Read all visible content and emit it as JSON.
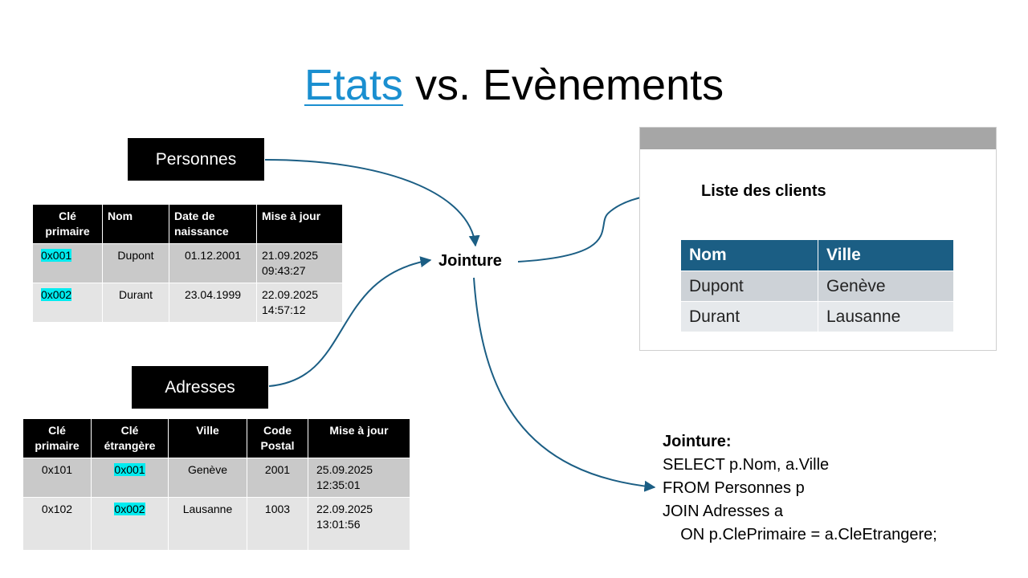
{
  "title": {
    "highlight": "Etats",
    "rest": " vs. Evènements"
  },
  "personnes": {
    "label": "Personnes",
    "headers": [
      "Clé primaire",
      "Nom",
      "Date de naissance",
      "Mise à jour"
    ],
    "rows": [
      {
        "key": "0x001",
        "nom": "Dupont",
        "date": "01.12.2001",
        "maj_date": "21.09.2025",
        "maj_time": "09:43:27"
      },
      {
        "key": "0x002",
        "nom": "Durant",
        "date": "23.04.1999",
        "maj_date": "22.09.2025",
        "maj_time": "14:57:12"
      }
    ]
  },
  "adresses": {
    "label": "Adresses",
    "headers": [
      "Clé primaire",
      "Clé étrangère",
      "Ville",
      "Code Postal",
      "Mise à jour"
    ],
    "rows": [
      {
        "key": "0x101",
        "fk": "0x001",
        "ville": "Genève",
        "cp": "2001",
        "maj_date": "25.09.2025",
        "maj_time": "12:35:01"
      },
      {
        "key": "0x102",
        "fk": "0x002",
        "ville": "Lausanne",
        "cp": "1003",
        "maj_date": "22.09.2025",
        "maj_time": "13:01:56"
      }
    ]
  },
  "jointure_label": "Jointure",
  "clients": {
    "title": "Liste des clients",
    "headers": [
      "Nom",
      "Ville"
    ],
    "rows": [
      {
        "nom": "Dupont",
        "ville": "Genève"
      },
      {
        "nom": "Durant",
        "ville": "Lausanne"
      }
    ]
  },
  "sql": {
    "heading": "Jointure:",
    "line1": "SELECT p.Nom,  a.Ville",
    "line2": "FROM Personnes p",
    "line3": "JOIN Adresses a",
    "line4": "    ON p.ClePrimaire = a.CleEtrangere;"
  },
  "colors": {
    "title_accent": "#1a8fd0",
    "arrow": "#1b5e84",
    "client_header": "#1b5e84",
    "key_highlight": "#00ecf0"
  }
}
